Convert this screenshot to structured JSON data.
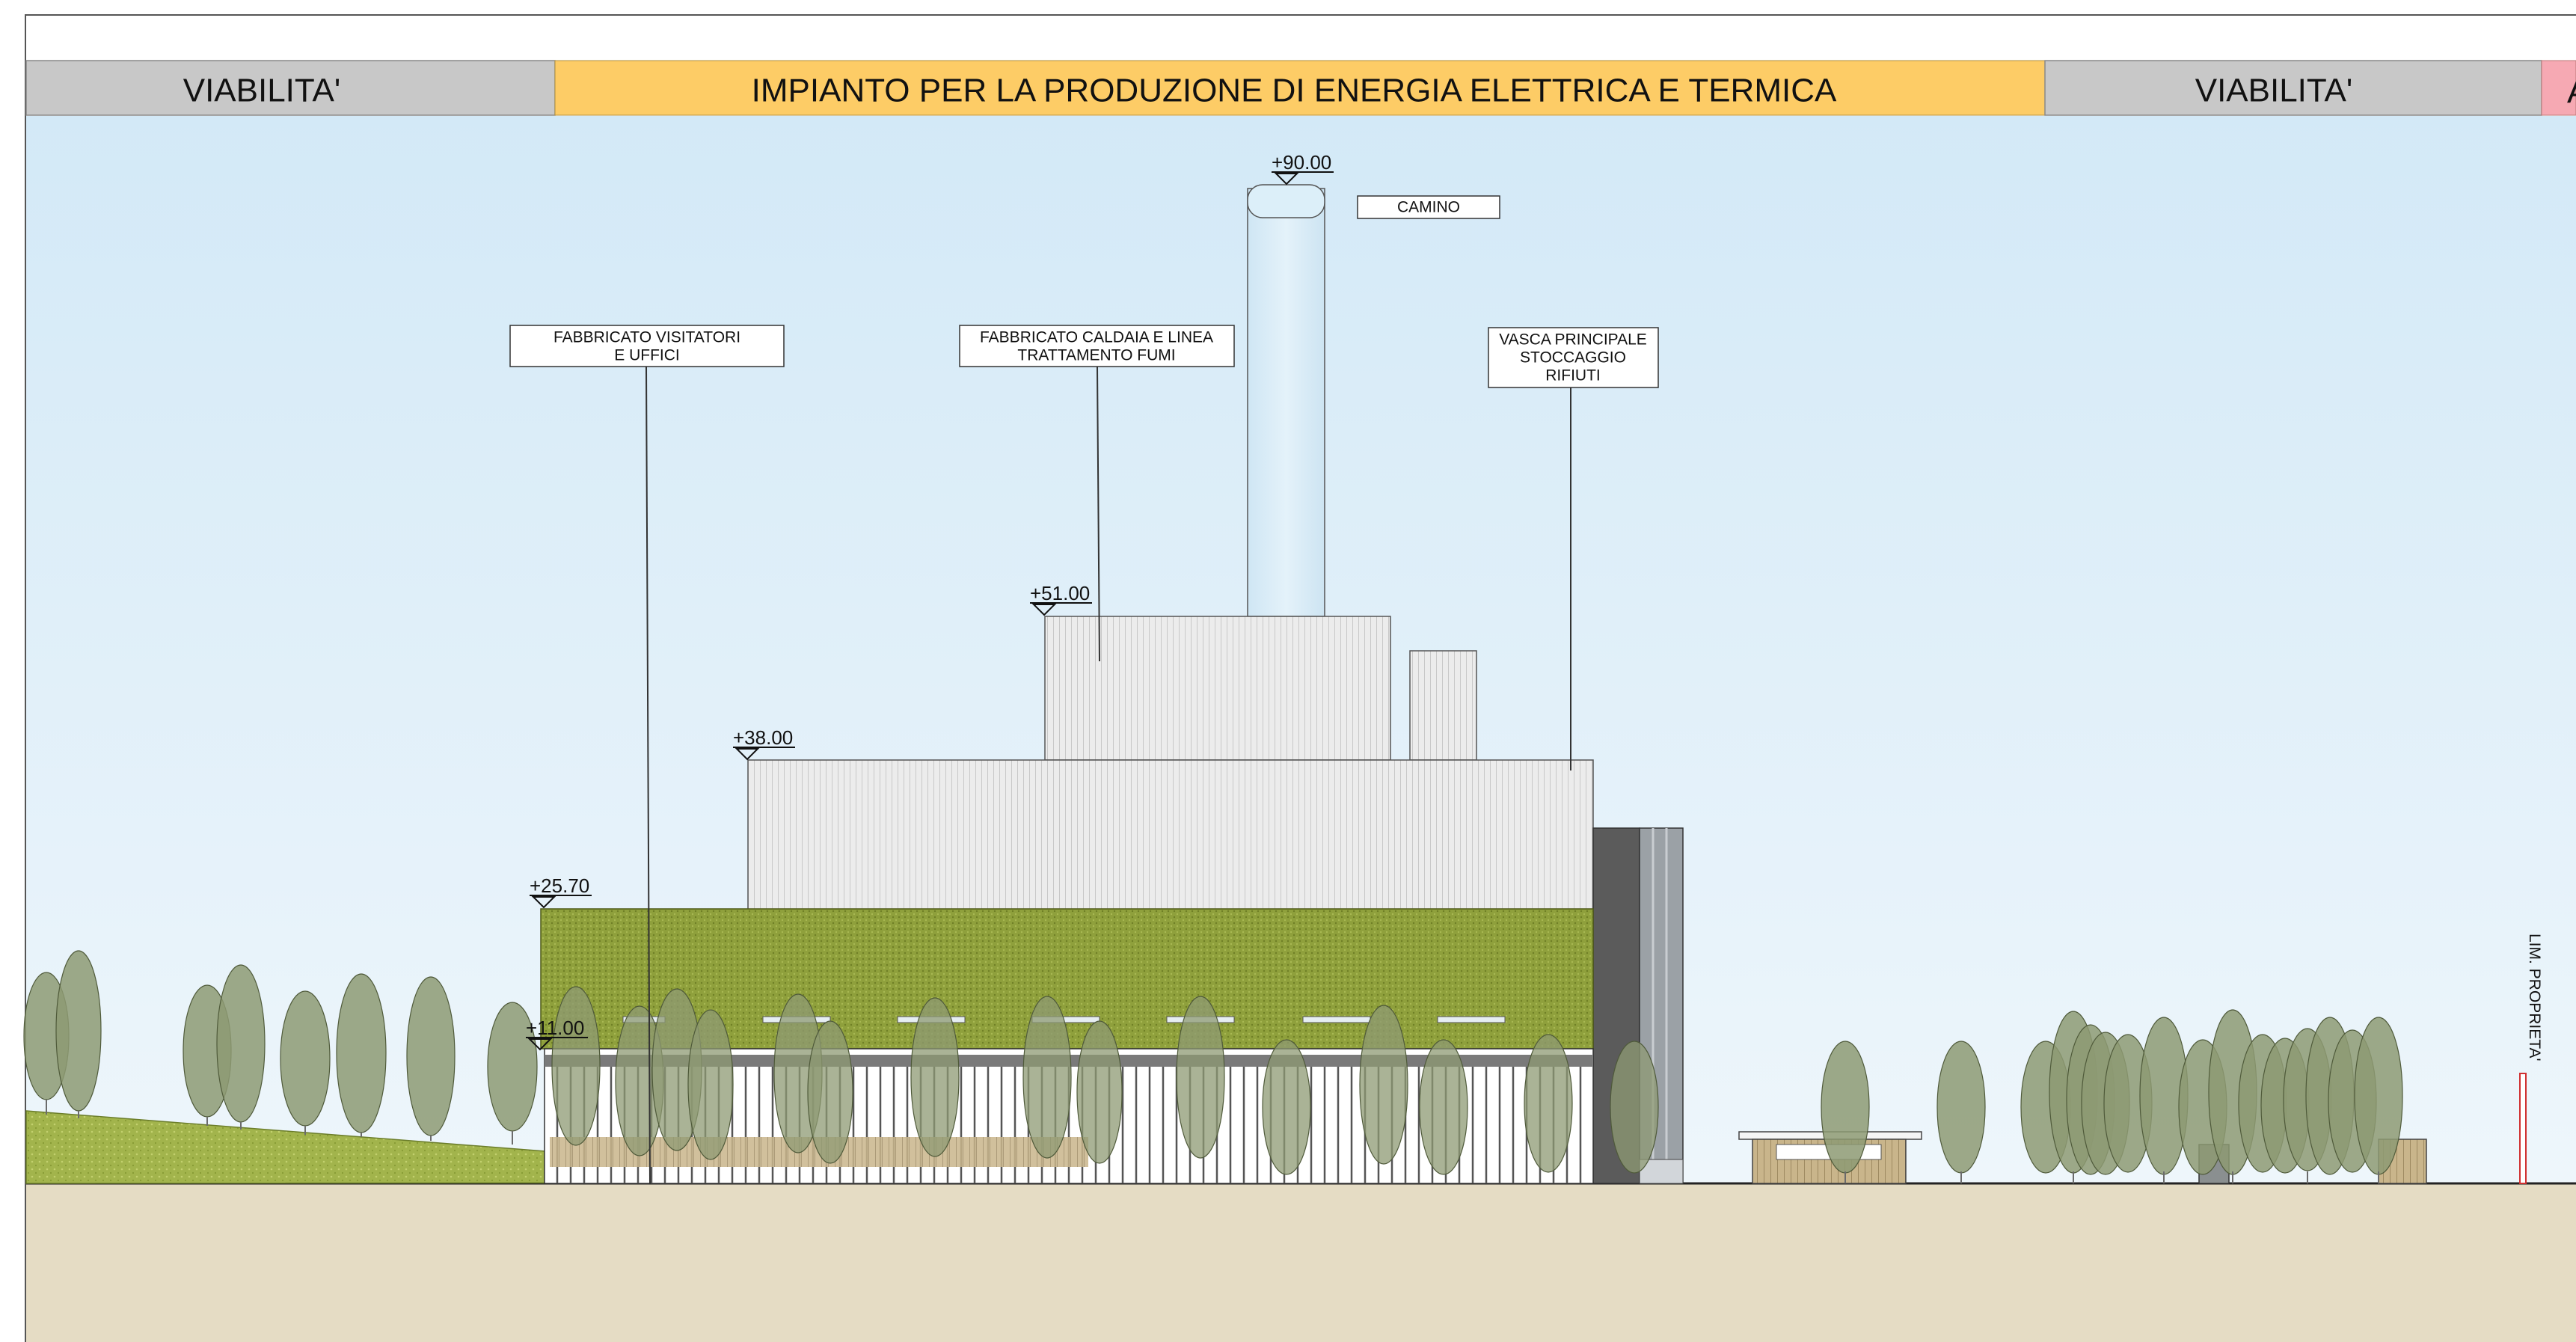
{
  "header": {
    "left_band": "VIABILITA'",
    "center_band": "IMPIANTO PER LA PRODUZIONE DI ENERGIA ELETTRICA E TERMICA",
    "right_band": "VIABILITA'",
    "edge_band": "A"
  },
  "colors": {
    "band_grey": "#c8c8c8",
    "band_orange": "#fdcc66",
    "band_pink": "#f6a9b3",
    "sky_top": "#d2e8f6",
    "sky_bottom": "#ecf5fb",
    "ground": "#e5dcc4",
    "green_facade": "#8e9f3c",
    "grass": "#9db246",
    "tree": "#8d9a73"
  },
  "labels": {
    "camino": "CAMINO",
    "fabbricato_visitatori_1": "FABBRICATO VISITATORI",
    "fabbricato_visitatori_2": "E UFFICI",
    "fabbricato_caldaia_1": "FABBRICATO CALDAIA E LINEA",
    "fabbricato_caldaia_2": "TRATTAMENTO FUMI",
    "vasca_1": "VASCA PRINCIPALE",
    "vasca_2": "STOCCAGGIO",
    "vasca_3": "RIFIUTI",
    "property_limit": "LIM. PROPRIETA'"
  },
  "elevations": {
    "chimney": "+90.00",
    "boiler": "+51.00",
    "main": "+38.00",
    "green": "+25.70",
    "base": "+11.00"
  }
}
